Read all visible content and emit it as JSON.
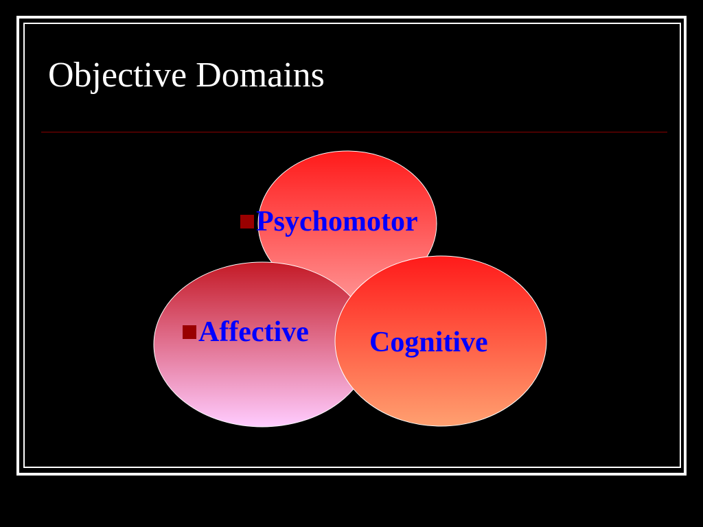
{
  "slide": {
    "title": "Objective Domains"
  },
  "diagram": {
    "circles": [
      {
        "id": "psychomotor",
        "label": "Psychomotor",
        "bulleted": true
      },
      {
        "id": "affective",
        "label": "Affective",
        "bulleted": true
      },
      {
        "id": "cognitive",
        "label": "Cognitive",
        "bulleted": false
      }
    ]
  },
  "colors": {
    "background": "#000000",
    "frame": "#ffffff",
    "title_text": "#ffffff",
    "title_rule": "#8b0000",
    "label_text": "#0000ff",
    "bullet": "#990000",
    "psychomotor_fill_top": "#ff1a1a",
    "psychomotor_fill_bottom": "#ff8f8f",
    "affective_fill_top": "#c41a26",
    "affective_fill_bottom": "#ffccff",
    "cognitive_fill_top": "#ff1a1a",
    "cognitive_fill_bottom": "#ffa070"
  }
}
